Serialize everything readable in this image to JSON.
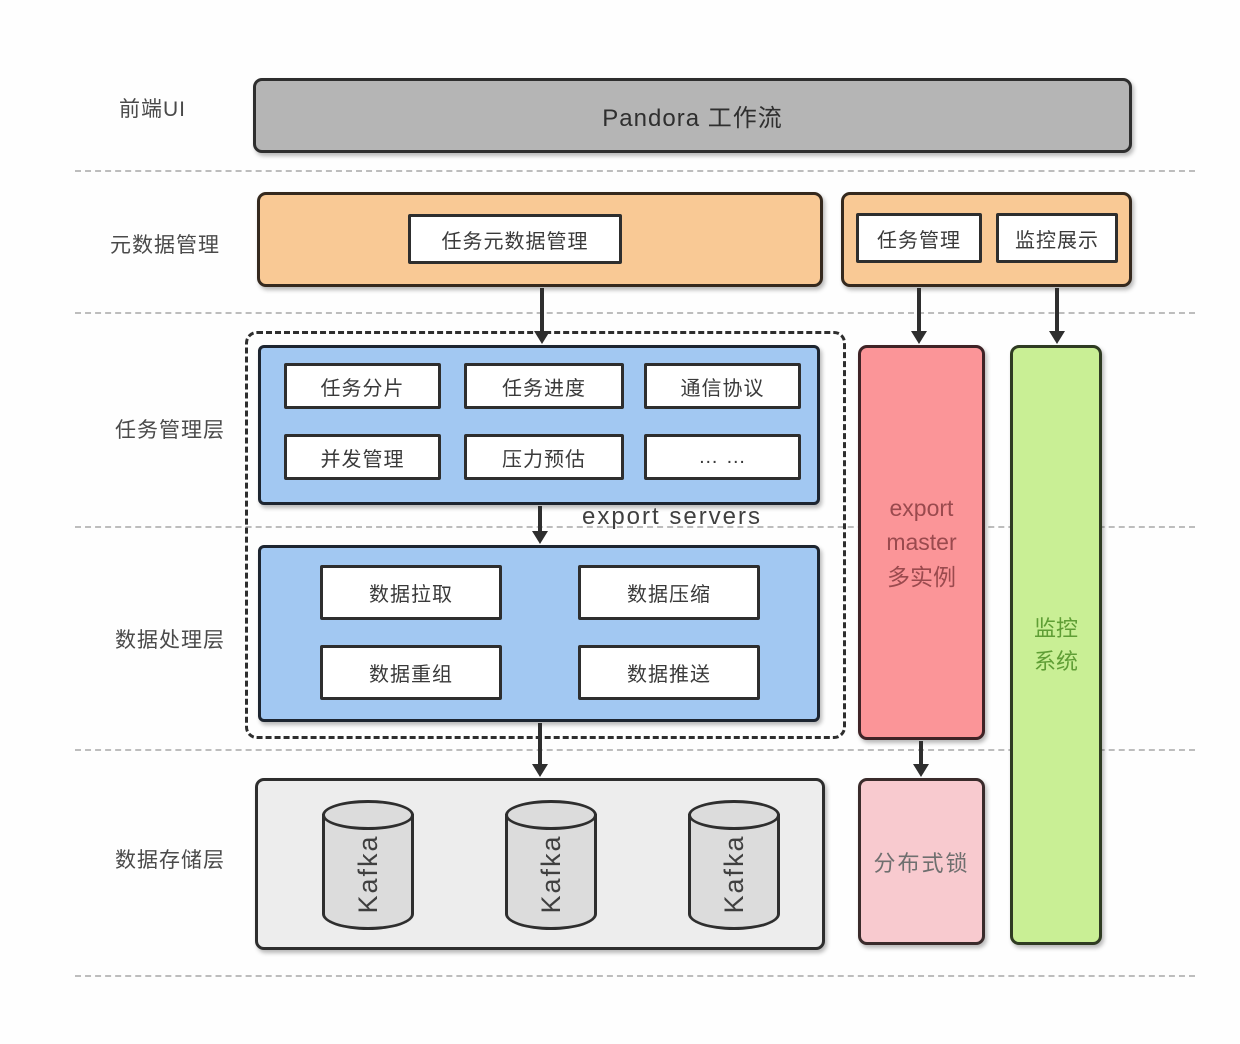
{
  "title": "Pandora 工作流",
  "row_labels": {
    "frontend": "前端UI",
    "metadata": "元数据管理",
    "task": "任务管理层",
    "process": "数据处理层",
    "storage": "数据存储层"
  },
  "metadata_row": {
    "task_meta": "任务元数据管理",
    "task_mgmt": "任务管理",
    "monitor_display": "监控展示"
  },
  "task_layer": {
    "cells": [
      "任务分片",
      "任务进度",
      "通信协议",
      "并发管理",
      "压力预估",
      "… …"
    ]
  },
  "export_servers_label": "export servers",
  "process_layer": {
    "cells": [
      "数据拉取",
      "数据压缩",
      "数据重组",
      "数据推送"
    ]
  },
  "storage_layer": {
    "kafka_labels": [
      "Kafka",
      "Kafka",
      "Kafka"
    ]
  },
  "right_column": {
    "export_master": "export\nmaster\n多实例",
    "distributed_lock": "分布式锁",
    "monitor_system": "监控\n系统"
  },
  "colors": {
    "frontend_fill": "#b5b5b5",
    "orange_fill": "#f9c995",
    "blue_fill": "#a2c8f2",
    "red_fill": "#fb9598",
    "pink_fill": "#f8cacf",
    "green_fill": "#c9ef95",
    "storage_fill": "#ededed",
    "cylinder_fill": "#dcdcdc",
    "border": "#2e2e2e",
    "dashed_separator": "#bdbdbd",
    "red_text": "#9a4a4e",
    "green_text": "#5f9e35"
  }
}
